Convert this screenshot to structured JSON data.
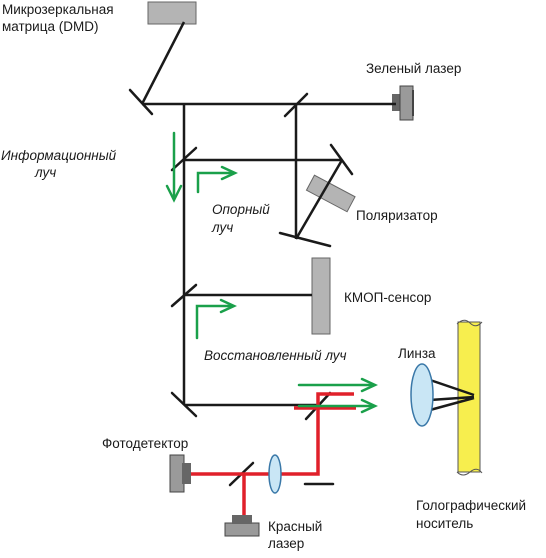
{
  "labels": {
    "dmd_line1": "Микрозеркальная",
    "dmd_line2": "матрица (DMD)",
    "green_laser": "Зеленый лазер",
    "info_beam_line1": "Информационный",
    "info_beam_line2": "луч",
    "reference_beam_line1": "Опорный",
    "reference_beam_line2": "луч",
    "polarizer": "Поляризатор",
    "cmos_sensor": "КМОП-сенсор",
    "reconstructed_beam": "Восстановленный луч",
    "lens": "Линза",
    "photodetector": "Фотодетектор",
    "red_laser_line1": "Красный",
    "red_laser_line2": "лазер",
    "holo_medium_line1": "Голографический",
    "holo_medium_line2": "носитель"
  },
  "colors": {
    "beam_black": "#1a1a1a",
    "green_arrow": "#1aa04a",
    "red_beam": "#e0202a",
    "device_gray": "#b4b4b4",
    "lens_blue": "#c9e6f5",
    "medium_yellow": "#f7ee4e"
  }
}
